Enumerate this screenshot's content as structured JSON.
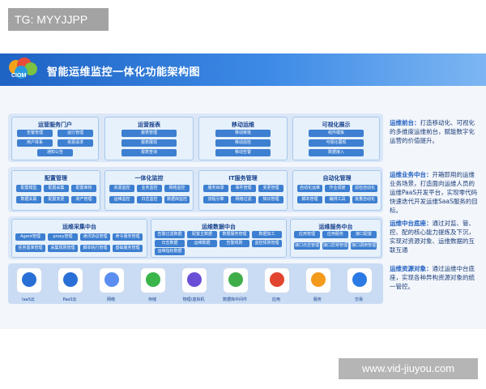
{
  "watermark": {
    "top_left": "TG: MYYJJPP",
    "bottom_right": "www.vid-jiuyou.com"
  },
  "header": {
    "title": "智能运维监控一体化功能架构图",
    "logo_text": "CIOM"
  },
  "row1": [
    {
      "title": "运营服务门户",
      "items": [
        "告警管理",
        "运行管理",
        "用户体系",
        "资源请求",
        "通知公告"
      ]
    },
    {
      "title": "运营报表",
      "items": [
        "报表管理",
        "报表展现",
        "报表查询"
      ]
    },
    {
      "title": "移动运维",
      "items": [
        "移动审批",
        "移动巡检",
        "移动告警"
      ]
    },
    {
      "title": "可视化展示",
      "items": [
        "组件模板",
        "可视化展现",
        "数据接入"
      ]
    }
  ],
  "row2": [
    {
      "title": "配置管理",
      "items": [
        "配置模型",
        "配置采集",
        "配置审核",
        "数据关联",
        "配置变更",
        "资产管理"
      ]
    },
    {
      "title": "一体化监控",
      "items": [
        "资源监控",
        "业务监控",
        "网络监控",
        "运维监控",
        "日志监控",
        "数据库监控"
      ]
    },
    {
      "title": "IT服务管理",
      "items": [
        "服务目录",
        "事件管理",
        "变更管理",
        "流程引擎",
        "网络过滤",
        "知识管理"
      ]
    },
    {
      "title": "自动化管理",
      "items": [
        "自动化运维",
        "作业调度",
        "巡检自动化",
        "脚本管理",
        "编排工具",
        "批量自动化"
      ]
    }
  ],
  "row3": [
    {
      "title": "运维采集中台",
      "items": [
        "Agent管理",
        "proxy管理",
        "通讯协议管理",
        "命令服务管理",
        "任务基准管理",
        "采集规则管理",
        "脚本执行管理",
        "基础服务管理"
      ]
    },
    {
      "title": "运维数据中台",
      "items": [
        "告警过滤数据",
        "配置主数据",
        "数据服务管理",
        "数据加工",
        "日志数据",
        "运维数据",
        "告警规则",
        "监控规则管理",
        "运维指标数据"
      ]
    },
    {
      "title": "运维服务中台",
      "items": [
        "应用管理",
        "应用服务",
        "接口配置",
        "接口日志管理",
        "接口异常管理",
        "接口调用管理"
      ]
    }
  ],
  "resources": [
    "IaaS云",
    "PaaS云",
    "网络",
    "存储",
    "物理/虚拟机",
    "数据库中间件",
    "应用",
    "服务",
    "交易"
  ],
  "side_notes": [
    {
      "head": "运维前台：",
      "text": "打造移动化、可视化的多维度运维前台，赋能数字化运营的价值提升。"
    },
    {
      "head": "运维业务中台：",
      "text": "开箱即用的运维业务场景，打造面向运维人员的运维PaaS开发平台，实现零代码快速迭代开发运维SaaS服务的目标。"
    },
    {
      "head": "运维中台底座：",
      "text": "通过对监、管、控、配的核心能力提炼及下沉，实现对资源对象、运维数据的互联互通"
    },
    {
      "head": "运维资源对象：",
      "text": "通过运维中台底座，实现各种异构资源对象的统一管控。"
    }
  ],
  "colors": {
    "header": "#1e63c4",
    "pill": "#3d7fd1",
    "accent_text": "#1f5fc0"
  }
}
